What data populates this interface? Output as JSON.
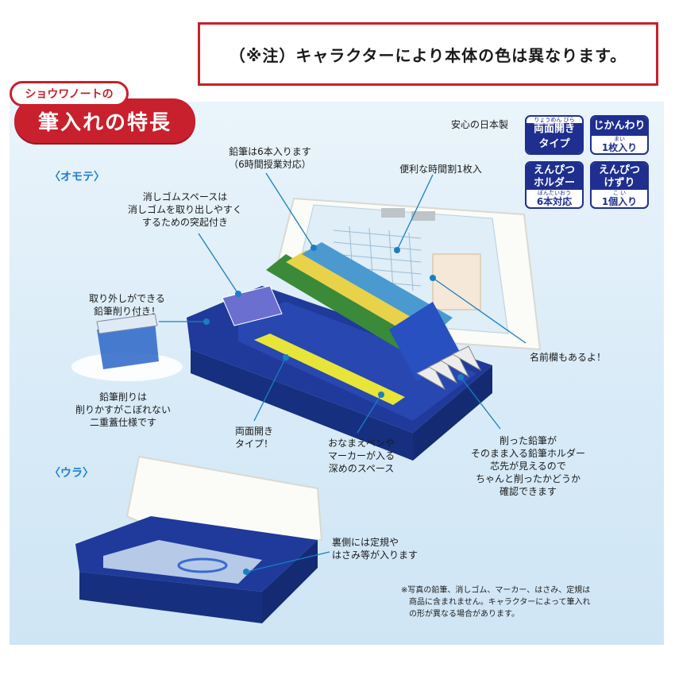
{
  "notice": "（※注）キャラクターにより本体の色は異なります。",
  "brand_tag": "ショウワノートの",
  "title": "筆入れの特長",
  "made_in": "安心の日本製",
  "features": [
    {
      "ruby": "りょうめん びら",
      "main": "両面開き",
      "sub": "タイプ",
      "style": "main-top"
    },
    {
      "ruby": "",
      "main": "じかんわり",
      "sub": "1枚入り",
      "ruby2": "まい"
    },
    {
      "ruby": "",
      "main": "えんぴつ\nホルダー",
      "sub": "6本対応",
      "ruby2": "ぽんたいおう"
    },
    {
      "ruby": "",
      "main": "えんぴつ\nけずり",
      "sub": "1個入り",
      "ruby2": "こ い"
    }
  ],
  "front_label": "〈オモテ〉",
  "back_label": "〈ウラ〉",
  "labels": {
    "pencils": "鉛筆は6本入ります\n（6時間授業対応）",
    "timetable": "便利な時間割1枚入",
    "eraser": "消しゴムスペースは\n消しゴムを取り出しやすく\nするための突起付き",
    "sharpener": "取り外しができる\n鉛筆削り付き！",
    "sharpener2": "鉛筆削りは\n削りかすがこぼれない\n二重蓋仕様です",
    "name": "名前欄もあるよ！",
    "double": "両面開き\nタイプ！",
    "pen": "おなまえペンや\nマーカーが入る\n深めのスペース",
    "holder": "削った鉛筆が\nそのまま入る鉛筆ホルダー\n芯先が見えるので\nちゃんと削ったかどうか\n確認できます",
    "back": "裏側には定規や\nはさみ等が入ります"
  },
  "footnote": "※写真の鉛筆、消しゴム、マーカー、はさみ、定規は\n　商品に含まれません。キャラクターによって筆入れ\n　の形が異なる場合があります。",
  "colors": {
    "red": "#c8202c",
    "navy": "#1e2f8f",
    "case": "#1f3a9a",
    "accent": "#1e7fd0"
  }
}
